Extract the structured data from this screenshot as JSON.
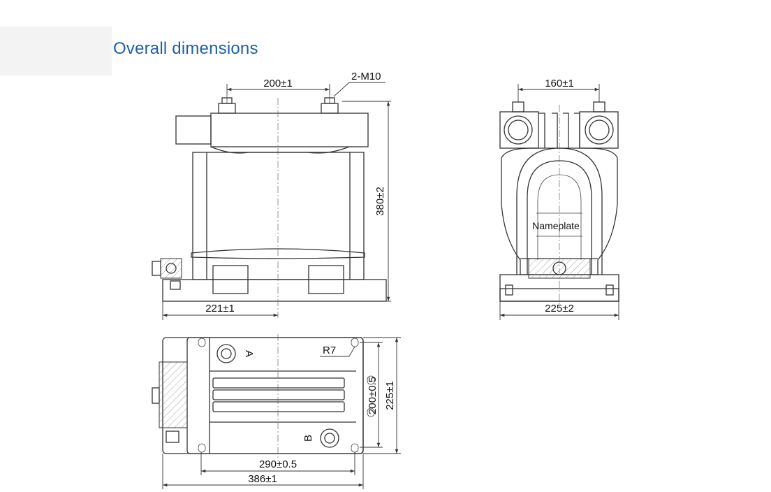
{
  "title": "Overall dimensions",
  "front_view": {
    "dim_top": "200±1",
    "callout": "2-M10",
    "dim_height": "380±2",
    "dim_bottom": "221±1"
  },
  "side_view": {
    "dim_top": "160±1",
    "nameplate": "Nameplate",
    "dim_bottom": "225±2"
  },
  "plan_view": {
    "radius": "R7",
    "terminal_a": "A",
    "terminal_b": "B",
    "dim_inner_height": "200±0.5",
    "dim_outer_height": "225±1",
    "dim_inner_width": "290±0.5",
    "dim_outer_width": "386±1"
  }
}
